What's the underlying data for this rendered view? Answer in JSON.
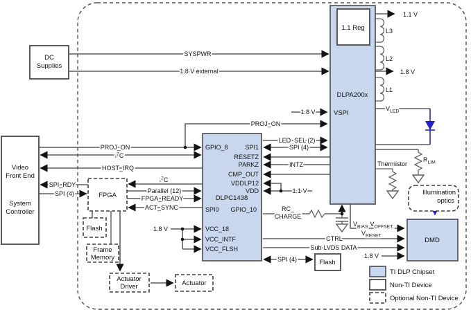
{
  "blocks": {
    "dc_supplies": [
      "DC",
      "Supplies"
    ],
    "video_front_end": [
      "Video",
      "Front End"
    ],
    "system_controller": [
      "System",
      "Controller"
    ],
    "fpga": "FPGA",
    "flash_optional": "Flash",
    "frame_memory": [
      "Frame",
      "Memory"
    ],
    "actuator_driver": [
      "Actuator",
      "Driver"
    ],
    "actuator": "Actuator",
    "dlpc1438": "DLPC1438",
    "dlpa200x": "DLPA200x",
    "reg_1_1": "1.1 Reg",
    "vspi": "VSPI",
    "dmd": "DMD",
    "flash": "Flash",
    "illumination_optics": [
      "Illumination",
      "optics"
    ]
  },
  "pins": {
    "gpio_8": "GPIO_8",
    "spi1": "SPI1",
    "resetz": "RESETZ",
    "parkz": "PARKZ",
    "cmp_out": "CMP_OUT",
    "vddlp12": "VDDLP12",
    "vdd": "VDD",
    "spi0": "SPI0",
    "gpio_10": "GPIO_10",
    "vcc_18": "VCC_18",
    "vcc_intf": "VCC_INTF",
    "vcc_flsh": "VCC_FLSH"
  },
  "signals": {
    "syspwr": "SYSPWR",
    "v1_8_external": "1.8 V external",
    "v1_1": "1.1 V",
    "v1_8": "1.8 V",
    "l3": "L3",
    "l2": "L2",
    "l1": "L1",
    "proj_on": "PROJ_ON",
    "host_irq": "HOST_IRQ",
    "spi_rdy": "SPI_RDY",
    "spi_4": "SPI (4)",
    "led_sel_2": "LED_SEL (2)",
    "intz": "INTZ",
    "parallel_12": "Parallel (12)",
    "fpga_ready": "FPGA_READY",
    "act_sync": "ACT_SYNC",
    "rc_charge": [
      "RC_",
      "CHARGE"
    ],
    "ctrl": "CTRL",
    "sub_lvds": "Sub-LVDS DATA",
    "thermistor": "Thermistor",
    "i2c": {
      "base": "I",
      "sup": "2",
      "end": "C"
    },
    "v_led": {
      "base": "V",
      "sub": "LED"
    },
    "r_lim": {
      "base": "R",
      "sub": "LIM"
    },
    "v_bias": {
      "base": "V",
      "sub": "BIAS"
    },
    "v_offset": {
      "base": "V",
      "sub": "OFFSET,"
    },
    "v_reset": {
      "base": "V",
      "sub": "RESET"
    }
  },
  "legend": {
    "items": [
      "TI DLP Chipset",
      "Non-TI Device",
      "Optional Non-TI Device"
    ]
  },
  "colors": {
    "ti_chipset_fill": "#c8d7ee",
    "accent_blue": "#2222cc",
    "wire_gray": "#5f5f5f"
  }
}
